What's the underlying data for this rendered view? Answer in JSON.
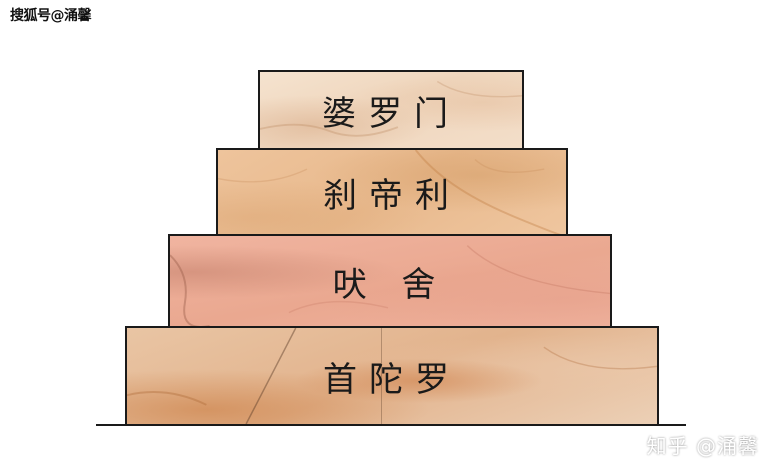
{
  "watermarks": {
    "top_left": "搜狐号@涌馨",
    "bottom_right": "知乎 @涌馨"
  },
  "pyramid": {
    "tiers": [
      {
        "label": "婆罗门"
      },
      {
        "label": "刹帝利"
      },
      {
        "label": "吠 舍"
      },
      {
        "label": "首陀罗"
      }
    ]
  },
  "colors": {
    "tier_1": "#f3dec9",
    "tier_2": "#ecbf96",
    "tier_3": "#eeae98",
    "tier_4": "#e6bd98",
    "outline": "#1a1a1a"
  }
}
